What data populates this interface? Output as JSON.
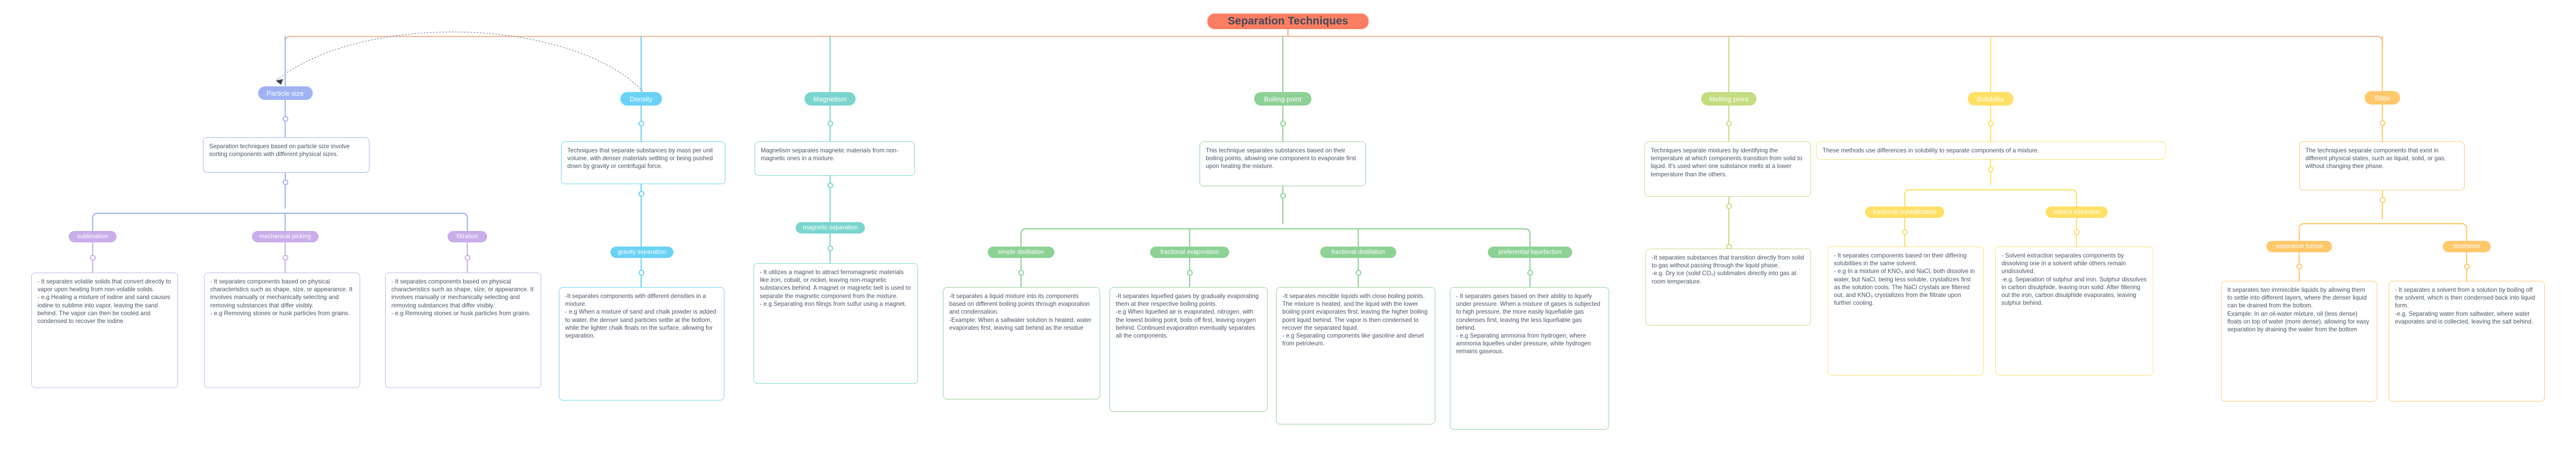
{
  "title": "Separation Techniques",
  "colors": {
    "root": "#fc7e62",
    "particle_size": "#9fb3f3",
    "density": "#6ad2f5",
    "magnetism": "#7bd5cf",
    "boiling_point": "#8ed195",
    "melting_point": "#c3dc7f",
    "solubility": "#ffe066",
    "state": "#ffc86b",
    "sublimation": "#c9aeea",
    "text": "#4a5568"
  },
  "branches": [
    {
      "id": "particle-size",
      "label": "Particle size",
      "color": "#9fb3f3",
      "note": "Separation techniques based on particle size involve sorting components with different physical sizes.",
      "children": [
        {
          "id": "sublimation",
          "label": "sublimation",
          "color": "#c9aeea",
          "note": "- It separates volatile solids that convert directly to vapor upon heating from non-volatile solids.\n- e.g Heating a mixture of iodine and sand causes iodine to sublime into vapor, leaving the sand behind. The vapor can then be cooled and condensed to recover the iodine."
        },
        {
          "id": "mechanical-picking",
          "label": "mechanical picking",
          "color": "#c9aeea",
          "note": "- It separates components based on physical characteristics such as shape, size, or appearance. It involves manually or mechanically selecting and removing substances that differ visibly.\n- e.g Removing stones or husk particles from grains."
        },
        {
          "id": "filtration",
          "label": "filtration",
          "color": "#c9aeea",
          "note": "- It separates components based on physical characteristics such as shape, size, or appearance. It involves manually or mechanically selecting and removing substances that differ visibly.\n- e.g Removing stones or husk particles from grains."
        }
      ]
    },
    {
      "id": "density",
      "label": "Density",
      "color": "#6ad2f5",
      "note": "Techniques that separate substances by mass per unit volume, with denser materials settling or being pushed down by gravity or centrifugal force.",
      "children": [
        {
          "id": "gravity-separation",
          "label": "gravity separation",
          "color": "#6ad2f5",
          "note": "-It separates components with different densities in a mixture.\n- e.g When a mixture of sand and chalk powder is added to water, the denser sand particles settle at the bottom, while the lighter chalk floats on the surface, allowing for separation."
        }
      ]
    },
    {
      "id": "magnetism",
      "label": "Magnetism",
      "color": "#7bd5cf",
      "note": "Magnetism separates magnetic materials from non-magnetic ones in a mixture.",
      "children": [
        {
          "id": "magnetic-separation",
          "label": "magnetic separation",
          "color": "#7bd5cf",
          "note": "- It utilizes a magnet to attract ferromagnetic materials like iron, cobalt, or nickel, leaving non-magnetic substances behind. A magnet or magnetic belt is used to separate the magnetic component from the mixture.\n- e.g Separating iron filings from sulfur using a magnet."
        }
      ]
    },
    {
      "id": "boiling-point",
      "label": "Boiling point",
      "color": "#8ed195",
      "note": "This technique separates substances based on their boiling points, allowing one component to evaporate first upon heating the mixture.",
      "children": [
        {
          "id": "simple-distillation",
          "label": "simple distillation",
          "color": "#8ed195",
          "note": "-It separates a liquid mixture into its components based on different boiling points through evaporation and condensation.\n-Example: When a saltwater solution is heated, water evaporates first, leaving salt behind as the residue"
        },
        {
          "id": "fractional-evaporation",
          "label": "fractional evaporation",
          "color": "#8ed195",
          "note": "-It separates liquefied gases by gradually evaporating them at their respective boiling points.\n-e.g When liquefied air is evaporated, nitrogen, with the lowest boiling point, boils off first, leaving oxygen behind. Continued evaporation eventually separates all the components."
        },
        {
          "id": "fractional-distillation",
          "label": "fractional distillation",
          "color": "#8ed195",
          "note": "-It separates miscible liquids with close boiling points. The mixture is heated, and the liquid with the lower boiling point evaporates first, leaving the higher boiling point liquid behind. The vapor is then condensed to recover the separated liquid.\n- e.g Separating components like gasoline and diesel from petroleum."
        },
        {
          "id": "preferential-liquefaction",
          "label": "preferential liquefaction",
          "color": "#8ed195",
          "note": "- It separates gases based on their ability to liquefy under pressure. When a mixture of gases is subjected to high pressure, the more easily liquefiable gas condenses first, leaving the less liquefiable gas behind.\n- e.g Separating ammonia from hydrogen, where ammonia liquefies under pressure, while hydrogen remains gaseous."
        }
      ]
    },
    {
      "id": "melting-point",
      "label": "Melting point",
      "color": "#c3dc7f",
      "note": "Techniques separate mixtures by identifying the temperature at which components transition from solid to liquid. It's used when one substance melts at a lower temperature than the others.",
      "children": [
        {
          "id": "melting-point-sublimation",
          "label": "",
          "color": "#c3dc7f",
          "note": "-It separates substances that transition directly from solid to gas without passing through the liquid phase.\n-e.g. Dry ice (solid CO₂) sublimates directly into gas at room temperature."
        }
      ]
    },
    {
      "id": "solubility",
      "label": "Solubility",
      "color": "#ffe066",
      "note": "These methods use differences in solubility to separate components of a mixture.",
      "children": [
        {
          "id": "fractional-crystallization",
          "label": "fractional crystallization",
          "color": "#ffe066",
          "note": "- It separates components based on their differing solubilities in the same solvent.\n- e.g In a mixture of KNO₃ and NaCl, both dissolve in water, but NaCl, being less soluble, crystallizes first as the solution cools. The NaCl crystals are filtered out, and KNO₃ crystallizes from the filtrate upon further cooling."
        },
        {
          "id": "solvent-extraction",
          "label": "solvent extraction",
          "color": "#ffe066",
          "note": "- Solvent extraction separates components by dissolving one in a solvent while others remain undissolved.\n-e.g. Separation of sulphur and iron. Sulphur dissolves in carbon disulphide, leaving iron solid. After filtering out the iron, carbon disulphide evaporates, leaving sulphur behind."
        }
      ]
    },
    {
      "id": "state",
      "label": "State",
      "color": "#ffc86b",
      "note": "The techniques separate components that exist in different physical states, such as liquid, solid, or gas, without changing their phase.",
      "children": [
        {
          "id": "separation-funnel",
          "label": "separation funnel",
          "color": "#ffc86b",
          "note": "It separates two immiscible liquids by allowing them to settle into different layers, where the denser liquid can be drained from the bottom.\nExample: In an oil-water mixture, oil (less dense) floats on top of water (more dense), allowing for easy separation by draining the water from the bottom"
        },
        {
          "id": "distillation",
          "label": "distillation",
          "color": "#ffc86b",
          "note": "- It separates a solvent from a solution by boiling off the solvent, which is then condensed back into liquid form.\n-e.g. Separating water from saltwater, where water evaporates and is collected, leaving the salt behind."
        }
      ]
    }
  ]
}
